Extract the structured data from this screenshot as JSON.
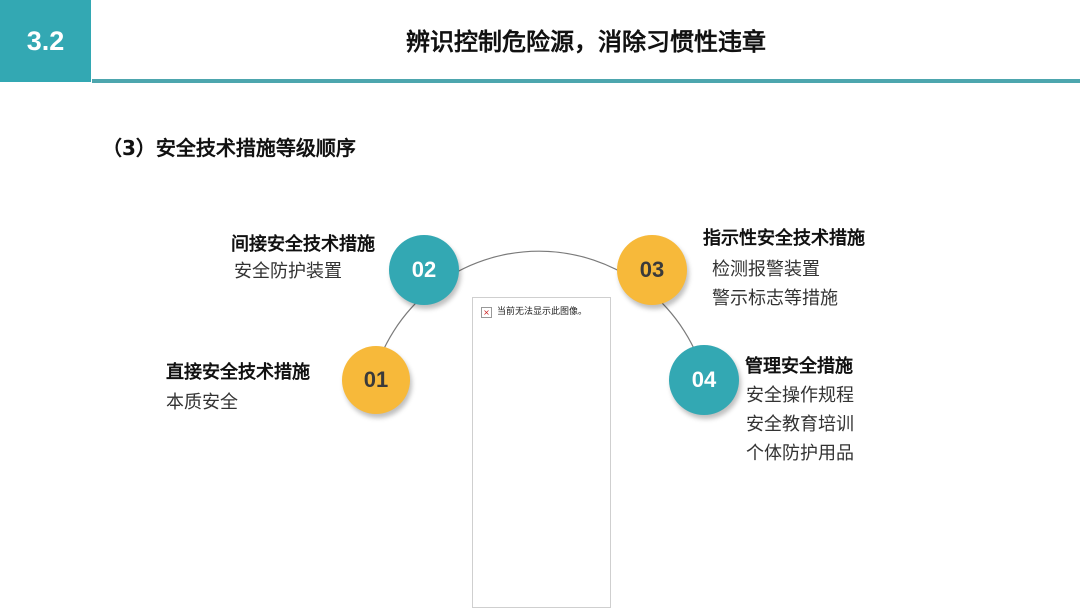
{
  "header": {
    "section_number": "3.2",
    "title": "辨识控制危险源，消除习惯性违章",
    "accent_color": "#33a8b3"
  },
  "subtitle": "（3）安全技术措施等级顺序",
  "diagram": {
    "steps": [
      {
        "number": "01",
        "color": "#f7b93a",
        "title": "直接安全技术措施",
        "items": [
          "本质安全"
        ]
      },
      {
        "number": "02",
        "color": "#33a8b3",
        "title": "间接安全技术措施",
        "items": [
          "安全防护装置"
        ]
      },
      {
        "number": "03",
        "color": "#f7b93a",
        "title": "指示性安全技术措施",
        "items": [
          "检测报警装置",
          "警示标志等措施"
        ]
      },
      {
        "number": "04",
        "color": "#33a8b3",
        "title": "管理安全措施",
        "items": [
          "安全操作规程",
          "安全教育培训",
          "个体防护用品"
        ]
      }
    ]
  },
  "broken_image": {
    "icon": "broken-image-icon",
    "message": "当前无法显示此图像。"
  }
}
